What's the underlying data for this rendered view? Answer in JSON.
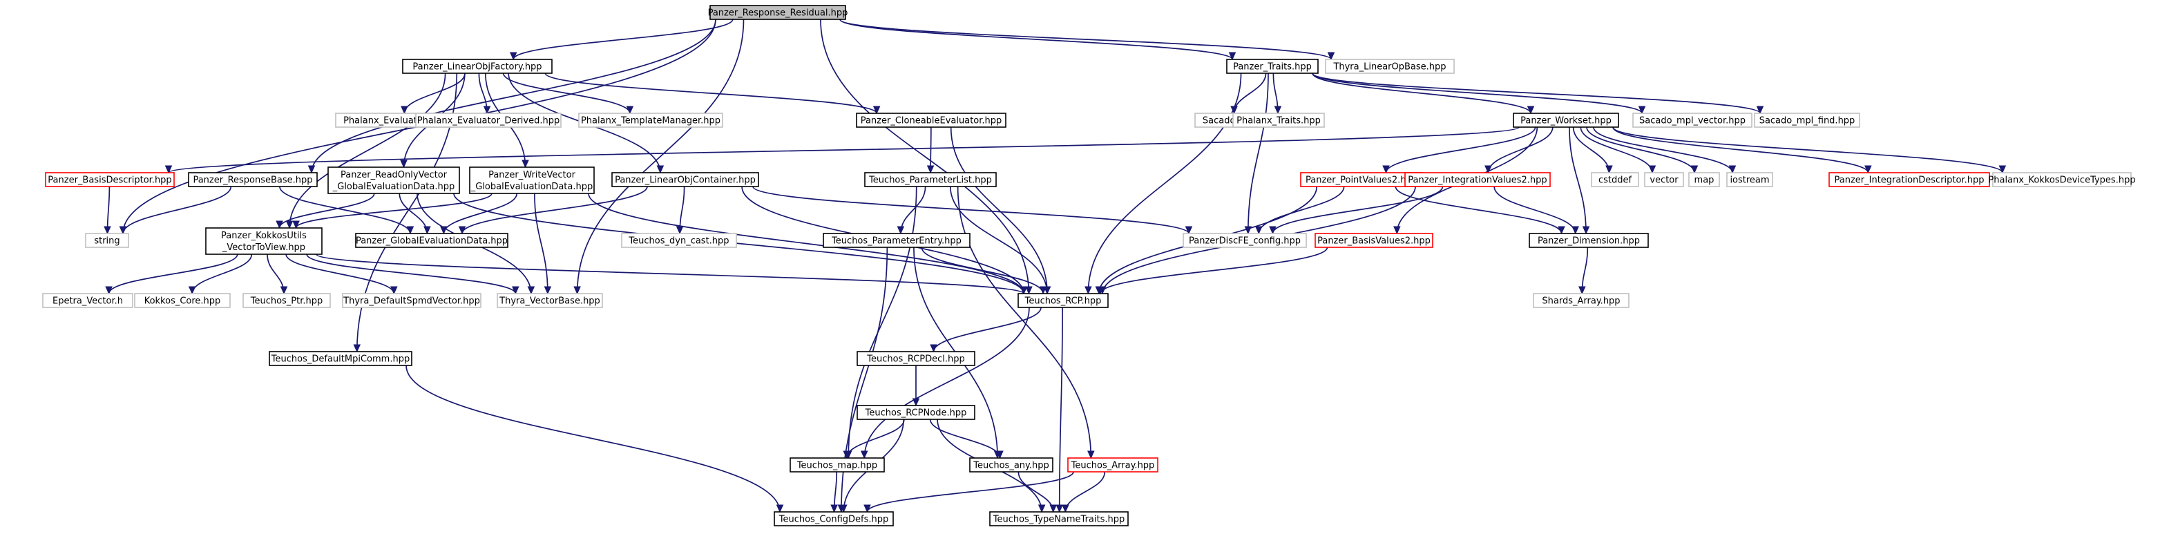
{
  "colors": {
    "root_fill": "#bfbfbf",
    "root_border": "#000000",
    "documented_border": "#000000",
    "undocumented_border": "#ff0000",
    "external_border": "#bfbfbf",
    "external_text": "#4d4d4d",
    "edge": "#191970",
    "background": "#ffffff"
  },
  "nodes": [
    {
      "id": "root",
      "lines": [
        "Panzer_Response_Residual.hpp"
      ],
      "kind": "root"
    },
    {
      "id": "linobjfactory",
      "lines": [
        "Panzer_LinearObjFactory.hpp"
      ],
      "kind": "documented"
    },
    {
      "id": "traits",
      "lines": [
        "Panzer_Traits.hpp"
      ],
      "kind": "documented"
    },
    {
      "id": "thyra_linop",
      "lines": [
        "Thyra_LinearOpBase.hpp"
      ],
      "kind": "external"
    },
    {
      "id": "phalanx_eval",
      "lines": [
        "Phalanx_Evaluator.hpp"
      ],
      "kind": "external"
    },
    {
      "id": "phalanx_eval_derived",
      "lines": [
        "Phalanx_Evaluator_Derived.hpp"
      ],
      "kind": "external"
    },
    {
      "id": "phalanx_tm",
      "lines": [
        "Phalanx_TemplateManager.hpp"
      ],
      "kind": "external"
    },
    {
      "id": "cloneable",
      "lines": [
        "Panzer_CloneableEvaluator.hpp"
      ],
      "kind": "documented"
    },
    {
      "id": "sacado",
      "lines": [
        "Sacado.hpp"
      ],
      "kind": "external"
    },
    {
      "id": "phalanx_traits",
      "lines": [
        "Phalanx_Traits.hpp"
      ],
      "kind": "external"
    },
    {
      "id": "workset",
      "lines": [
        "Panzer_Workset.hpp"
      ],
      "kind": "documented"
    },
    {
      "id": "sacado_vector",
      "lines": [
        "Sacado_mpl_vector.hpp"
      ],
      "kind": "external"
    },
    {
      "id": "sacado_find",
      "lines": [
        "Sacado_mpl_find.hpp"
      ],
      "kind": "external"
    },
    {
      "id": "basisdesc",
      "lines": [
        "Panzer_BasisDescriptor.hpp"
      ],
      "kind": "undocumented"
    },
    {
      "id": "responsebase",
      "lines": [
        "Panzer_ResponseBase.hpp"
      ],
      "kind": "documented"
    },
    {
      "id": "readonly",
      "lines": [
        "Panzer_ReadOnlyVector",
        "_GlobalEvaluationData.hpp"
      ],
      "kind": "documented"
    },
    {
      "id": "writevector",
      "lines": [
        "Panzer_WriteVector",
        "_GlobalEvaluationData.hpp"
      ],
      "kind": "documented"
    },
    {
      "id": "linobjcontainer",
      "lines": [
        "Panzer_LinearObjContainer.hpp"
      ],
      "kind": "documented"
    },
    {
      "id": "paramlist",
      "lines": [
        "Teuchos_ParameterList.hpp"
      ],
      "kind": "documented"
    },
    {
      "id": "pointvalues2",
      "lines": [
        "Panzer_PointValues2.hpp"
      ],
      "kind": "undocumented"
    },
    {
      "id": "intvalues2",
      "lines": [
        "Panzer_IntegrationValues2.hpp"
      ],
      "kind": "undocumented"
    },
    {
      "id": "cstddef",
      "lines": [
        "cstddef"
      ],
      "kind": "external"
    },
    {
      "id": "vector",
      "lines": [
        "vector"
      ],
      "kind": "external"
    },
    {
      "id": "map",
      "lines": [
        "map"
      ],
      "kind": "external"
    },
    {
      "id": "iostream",
      "lines": [
        "iostream"
      ],
      "kind": "external"
    },
    {
      "id": "intdesc",
      "lines": [
        "Panzer_IntegrationDescriptor.hpp"
      ],
      "kind": "undocumented"
    },
    {
      "id": "phalanx_kokkos",
      "lines": [
        "Phalanx_KokkosDeviceTypes.hpp"
      ],
      "kind": "external"
    },
    {
      "id": "string",
      "lines": [
        "string"
      ],
      "kind": "external"
    },
    {
      "id": "kokkosutils",
      "lines": [
        "Panzer_KokkosUtils",
        "_VectorToView.hpp"
      ],
      "kind": "documented"
    },
    {
      "id": "globaleval",
      "lines": [
        "Panzer_GlobalEvaluationData.hpp"
      ],
      "kind": "documented"
    },
    {
      "id": "dyncast",
      "lines": [
        "Teuchos_dyn_cast.hpp"
      ],
      "kind": "external"
    },
    {
      "id": "paramentry",
      "lines": [
        "Teuchos_ParameterEntry.hpp"
      ],
      "kind": "documented"
    },
    {
      "id": "discfe",
      "lines": [
        "PanzerDiscFE_config.hpp"
      ],
      "kind": "external"
    },
    {
      "id": "basisvalues2",
      "lines": [
        "Panzer_BasisValues2.hpp"
      ],
      "kind": "undocumented"
    },
    {
      "id": "dimension",
      "lines": [
        "Panzer_Dimension.hpp"
      ],
      "kind": "documented"
    },
    {
      "id": "epetra",
      "lines": [
        "Epetra_Vector.h"
      ],
      "kind": "external"
    },
    {
      "id": "kokkos_core",
      "lines": [
        "Kokkos_Core.hpp"
      ],
      "kind": "external"
    },
    {
      "id": "teuchos_ptr",
      "lines": [
        "Teuchos_Ptr.hpp"
      ],
      "kind": "external"
    },
    {
      "id": "thyra_spmd",
      "lines": [
        "Thyra_DefaultSpmdVector.hpp"
      ],
      "kind": "external"
    },
    {
      "id": "thyra_vb",
      "lines": [
        "Thyra_VectorBase.hpp"
      ],
      "kind": "external"
    },
    {
      "id": "rcp",
      "lines": [
        "Teuchos_RCP.hpp"
      ],
      "kind": "documented"
    },
    {
      "id": "shards",
      "lines": [
        "Shards_Array.hpp"
      ],
      "kind": "external"
    },
    {
      "id": "mpicomm",
      "lines": [
        "Teuchos_DefaultMpiComm.hpp"
      ],
      "kind": "documented"
    },
    {
      "id": "rcpdecl",
      "lines": [
        "Teuchos_RCPDecl.hpp"
      ],
      "kind": "documented"
    },
    {
      "id": "rcpnode",
      "lines": [
        "Teuchos_RCPNode.hpp"
      ],
      "kind": "documented"
    },
    {
      "id": "tmap",
      "lines": [
        "Teuchos_map.hpp"
      ],
      "kind": "documented"
    },
    {
      "id": "tany",
      "lines": [
        "Teuchos_any.hpp"
      ],
      "kind": "documented"
    },
    {
      "id": "tarray",
      "lines": [
        "Teuchos_Array.hpp"
      ],
      "kind": "undocumented"
    },
    {
      "id": "configdefs",
      "lines": [
        "Teuchos_ConfigDefs.hpp"
      ],
      "kind": "documented"
    },
    {
      "id": "typenametraits",
      "lines": [
        "Teuchos_TypeNameTraits.hpp"
      ],
      "kind": "documented"
    }
  ],
  "edges": [
    [
      "root",
      "linobjfactory"
    ],
    [
      "root",
      "traits"
    ],
    [
      "root",
      "thyra_linop"
    ],
    [
      "root",
      "responsebase"
    ],
    [
      "root",
      "string"
    ],
    [
      "root",
      "rcp"
    ],
    [
      "root",
      "thyra_vb"
    ],
    [
      "linobjfactory",
      "phalanx_eval"
    ],
    [
      "linobjfactory",
      "phalanx_eval_derived"
    ],
    [
      "linobjfactory",
      "phalanx_tm"
    ],
    [
      "linobjfactory",
      "cloneable"
    ],
    [
      "linobjfactory",
      "readonly"
    ],
    [
      "linobjfactory",
      "writevector"
    ],
    [
      "linobjfactory",
      "linobjcontainer"
    ],
    [
      "linobjfactory",
      "kokkosutils"
    ],
    [
      "linobjfactory",
      "mpicomm"
    ],
    [
      "traits",
      "sacado"
    ],
    [
      "traits",
      "phalanx_traits"
    ],
    [
      "traits",
      "workset"
    ],
    [
      "traits",
      "sacado_vector"
    ],
    [
      "traits",
      "sacado_find"
    ],
    [
      "traits",
      "discfe"
    ],
    [
      "traits",
      "rcp"
    ],
    [
      "cloneable",
      "paramlist"
    ],
    [
      "cloneable",
      "rcp"
    ],
    [
      "workset",
      "basisdesc"
    ],
    [
      "workset",
      "pointvalues2"
    ],
    [
      "workset",
      "intvalues2"
    ],
    [
      "workset",
      "basisvalues2"
    ],
    [
      "workset",
      "cstddef"
    ],
    [
      "workset",
      "vector"
    ],
    [
      "workset",
      "map"
    ],
    [
      "workset",
      "iostream"
    ],
    [
      "workset",
      "intdesc"
    ],
    [
      "workset",
      "phalanx_kokkos"
    ],
    [
      "workset",
      "dimension"
    ],
    [
      "basisdesc",
      "string"
    ],
    [
      "responsebase",
      "string"
    ],
    [
      "responsebase",
      "globaleval"
    ],
    [
      "readonly",
      "globaleval"
    ],
    [
      "readonly",
      "kokkosutils"
    ],
    [
      "readonly",
      "thyra_vb"
    ],
    [
      "readonly",
      "rcp"
    ],
    [
      "writevector",
      "globaleval"
    ],
    [
      "writevector",
      "kokkosutils"
    ],
    [
      "writevector",
      "thyra_vb"
    ],
    [
      "writevector",
      "rcp"
    ],
    [
      "linobjcontainer",
      "globaleval"
    ],
    [
      "linobjcontainer",
      "dyncast"
    ],
    [
      "linobjcontainer",
      "rcp"
    ],
    [
      "linobjcontainer",
      "discfe"
    ],
    [
      "paramlist",
      "paramentry"
    ],
    [
      "paramlist",
      "rcp"
    ],
    [
      "paramlist",
      "tmap"
    ],
    [
      "paramlist",
      "tarray"
    ],
    [
      "pointvalues2",
      "discfe"
    ],
    [
      "pointvalues2",
      "dimension"
    ],
    [
      "pointvalues2",
      "rcp"
    ],
    [
      "intvalues2",
      "discfe"
    ],
    [
      "intvalues2",
      "dimension"
    ],
    [
      "intvalues2",
      "rcp"
    ],
    [
      "basisvalues2",
      "rcp"
    ],
    [
      "dimension",
      "shards"
    ],
    [
      "kokkosutils",
      "epetra"
    ],
    [
      "kokkosutils",
      "kokkos_core"
    ],
    [
      "kokkosutils",
      "teuchos_ptr"
    ],
    [
      "kokkosutils",
      "thyra_spmd"
    ],
    [
      "kokkosutils",
      "thyra_vb"
    ],
    [
      "kokkosutils",
      "rcp"
    ],
    [
      "paramentry",
      "rcp"
    ],
    [
      "paramentry",
      "tany"
    ],
    [
      "paramentry",
      "configdefs"
    ],
    [
      "rcp",
      "rcpdecl"
    ],
    [
      "rcp",
      "tmap"
    ],
    [
      "rcp",
      "typenametraits"
    ],
    [
      "rcpdecl",
      "rcpnode"
    ],
    [
      "rcpnode",
      "tmap"
    ],
    [
      "rcpnode",
      "tany"
    ],
    [
      "rcpnode",
      "configdefs"
    ],
    [
      "rcpnode",
      "typenametraits"
    ],
    [
      "tmap",
      "configdefs"
    ],
    [
      "tany",
      "typenametraits"
    ],
    [
      "tarray",
      "configdefs"
    ],
    [
      "tarray",
      "typenametraits"
    ],
    [
      "mpicomm",
      "configdefs"
    ]
  ]
}
